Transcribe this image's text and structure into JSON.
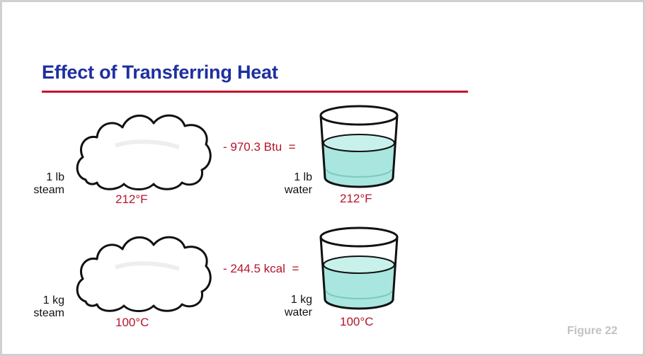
{
  "title": "Effect of Transferring Heat",
  "figure_label": "Figure 22",
  "rows": [
    {
      "steam_qty": "1 lb",
      "steam_word": "steam",
      "steam_temp": "212°F",
      "equation": "- 970.3 Btu  =",
      "water_qty": "1 lb",
      "water_word": "water",
      "water_temp": "212°F"
    },
    {
      "steam_qty": "1 kg",
      "steam_word": "steam",
      "steam_temp": "100°C",
      "equation": "- 244.5 kcal  =",
      "water_qty": "1 kg",
      "water_word": "water",
      "water_temp": "100°C"
    }
  ],
  "colors": {
    "title": "#1f2fa0",
    "rule": "#c4122f",
    "accent_text": "#b4152c",
    "water": "#a8e6df",
    "figure_label": "#c2c2c2"
  },
  "icons": [
    "steam-cloud-icon",
    "water-glass-icon"
  ]
}
